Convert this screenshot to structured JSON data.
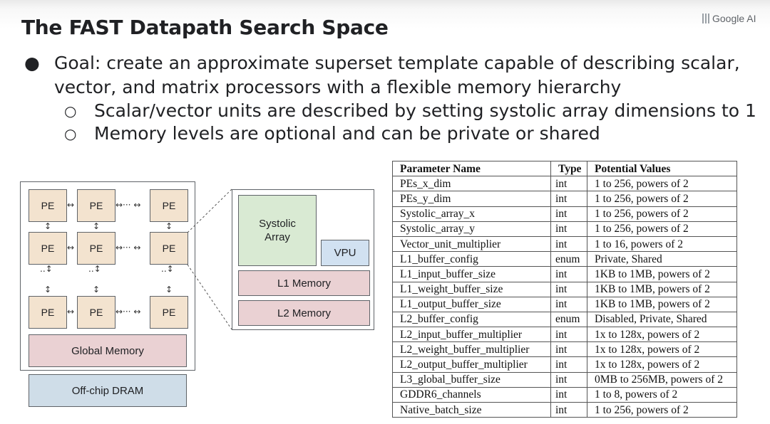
{
  "slide": {
    "title": "The FAST Datapath Search Space",
    "logo": "Google AI",
    "bullet": "Goal: create an approximate superset template capable of describing scalar, vector, and matrix processors with a flexible memory hierarchy",
    "subbullets": [
      "Scalar/vector units are described by setting systolic array dimensions to 1",
      "Memory levels are optional and can be private or shared"
    ]
  },
  "diagram": {
    "pe_label": "PE",
    "global_memory": "Global Memory",
    "offchip": "Off-chip DRAM",
    "systolic_array": "Systolic Array",
    "vpu": "VPU",
    "l1_memory": "L1 Memory",
    "l2_memory": "L2 Memory"
  },
  "table": {
    "headers": [
      "Parameter Name",
      "Type",
      "Potential Values"
    ],
    "rows": [
      [
        "PEs_x_dim",
        "int",
        "1 to 256, powers of 2"
      ],
      [
        "PEs_y_dim",
        "int",
        "1 to 256, powers of 2"
      ],
      [
        "Systolic_array_x",
        "int",
        "1 to 256, powers of 2"
      ],
      [
        "Systolic_array_y",
        "int",
        "1 to 256, powers of 2"
      ],
      [
        "Vector_unit_multiplier",
        "int",
        "1 to 16, powers of 2"
      ],
      [
        "L1_buffer_config",
        "enum",
        "Private, Shared"
      ],
      [
        "L1_input_buffer_size",
        "int",
        "1KB to 1MB, powers of 2"
      ],
      [
        "L1_weight_buffer_size",
        "int",
        "1KB to 1MB, powers of 2"
      ],
      [
        "L1_output_buffer_size",
        "int",
        "1KB to 1MB, powers of 2"
      ],
      [
        "L2_buffer_config",
        "enum",
        "Disabled, Private, Shared"
      ],
      [
        "L2_input_buffer_multiplier",
        "int",
        "1x to 128x, powers of 2"
      ],
      [
        "L2_weight_buffer_multiplier",
        "int",
        "1x to 128x, powers of 2"
      ],
      [
        "L2_output_buffer_multiplier",
        "int",
        "1x to 128x, powers of 2"
      ],
      [
        "L3_global_buffer_size",
        "int",
        "0MB to 256MB, powers of 2"
      ],
      [
        "GDDR6_channels",
        "int",
        "1 to 8, powers of 2"
      ],
      [
        "Native_batch_size",
        "int",
        "1 to 256, powers of 2"
      ]
    ]
  }
}
